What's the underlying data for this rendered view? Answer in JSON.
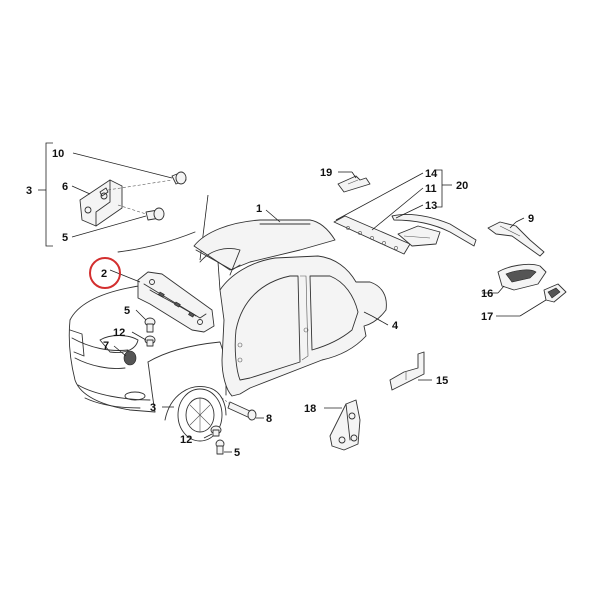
{
  "diagram": {
    "highlight_color": "#d32f2f",
    "line_color": "#222222",
    "callouts": {
      "c10": "10",
      "c3_top": "3",
      "c6": "6",
      "c5_top": "5",
      "c2": "2",
      "c5_mid": "5",
      "c12_mid": "12",
      "c7": "7",
      "c3_bottom": "3",
      "c12_bottom": "12",
      "c5_bottom": "5",
      "c8": "8",
      "c1": "1",
      "c19": "19",
      "c14": "14",
      "c11": "11",
      "c20": "20",
      "c13": "13",
      "c9": "9",
      "c16": "16",
      "c17": "17",
      "c4": "4",
      "c15": "15",
      "c18": "18"
    },
    "highlighted_part": "2"
  }
}
